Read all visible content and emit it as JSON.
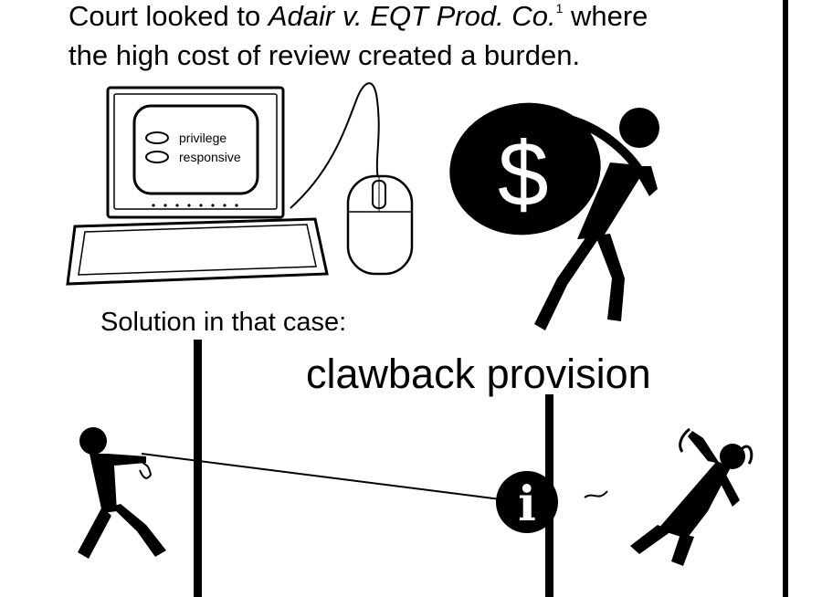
{
  "caption": {
    "line1_pre": "Court looked to ",
    "case_name": "Adair v. EQT Prod. Co.",
    "footnote": "1",
    "line1_post": " where",
    "line2": "the high cost of review created a burden."
  },
  "computer_screen": {
    "option1": "privilege",
    "option2": "responsive"
  },
  "money_bag": {
    "symbol": "$"
  },
  "solution_label": "Solution in that case:",
  "clawback_label": "clawback provision",
  "info_sign": {
    "symbol": "i"
  }
}
